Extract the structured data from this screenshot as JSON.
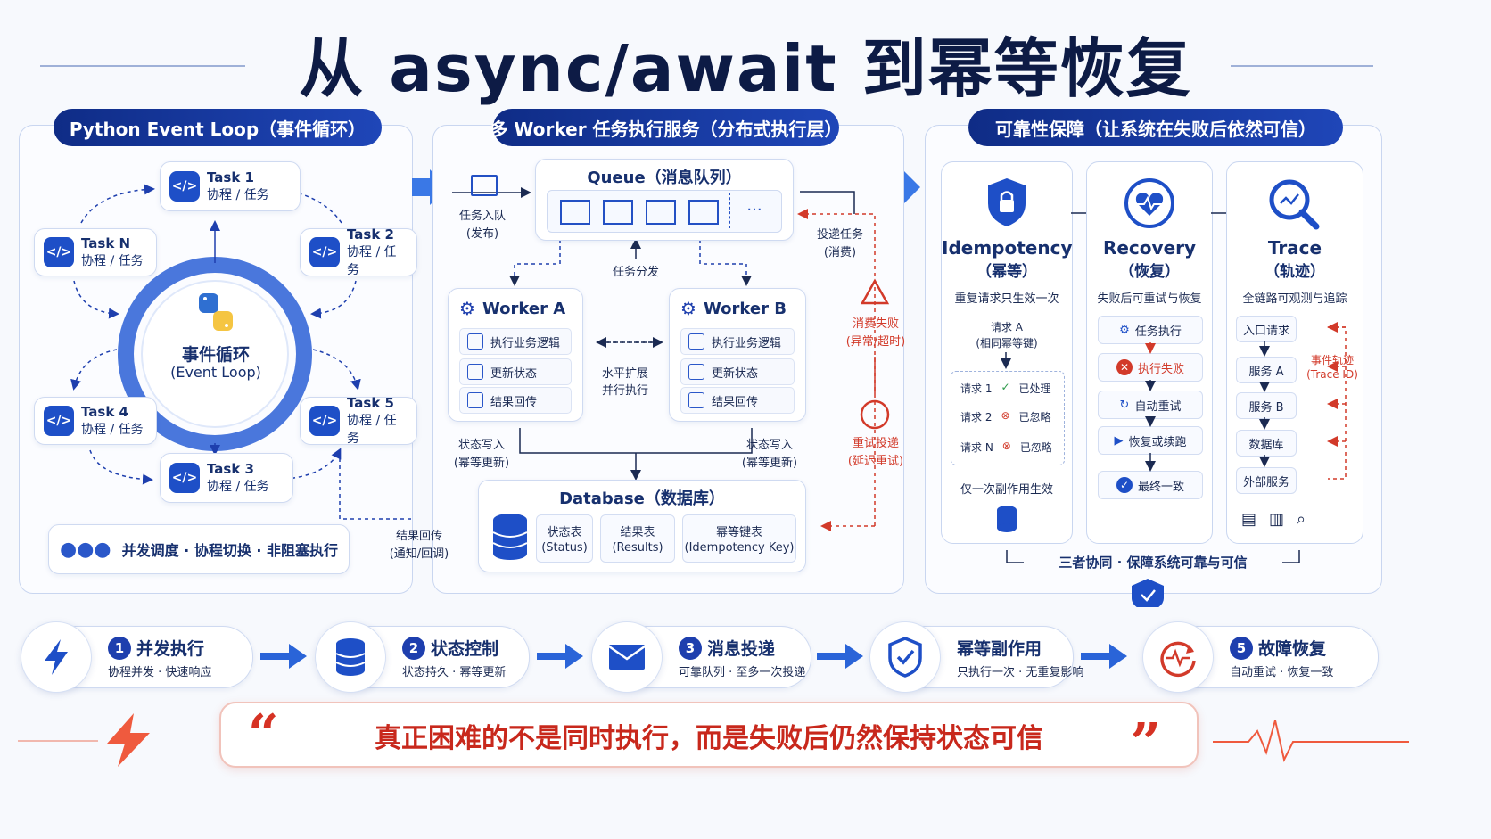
{
  "title": "从 async/await 到幂等恢复",
  "loop_panel": {
    "header": "Python Event Loop（事件循环）",
    "center_title": "事件循环",
    "center_sub": "(Event Loop)",
    "tasks": [
      {
        "name": "Task 1",
        "sub": "协程 / 任务"
      },
      {
        "name": "Task 2",
        "sub": "协程 / 任务"
      },
      {
        "name": "Task 3",
        "sub": "协程 / 任务"
      },
      {
        "name": "Task 4",
        "sub": "协程 / 任务"
      },
      {
        "name": "Task 5",
        "sub": "协程 / 任务"
      },
      {
        "name": "Task N",
        "sub": "协程 / 任务"
      }
    ],
    "footer": "并发调度 · 协程切换 · 非阻塞执行"
  },
  "worker_panel": {
    "header": "多 Worker 任务执行服务（分布式执行层）",
    "queue_title": "Queue（消息队列）",
    "queue_more": "···",
    "enqueue_label": "任务入队\n(发布)",
    "dispatch_label": "任务分发",
    "consume_label": "投递任务\n(消费)",
    "worker_a": {
      "title": "Worker A",
      "rows": [
        "执行业务逻辑",
        "更新状态",
        "结果回传"
      ]
    },
    "worker_b": {
      "title": "Worker B",
      "rows": [
        "执行业务逻辑",
        "更新状态",
        "结果回传"
      ]
    },
    "scale_label": "水平扩展\n并行执行",
    "fail_label": "消费失败\n(异常/超时)",
    "retry_label": "重试投递\n(延迟重试)",
    "write_left": "状态写入\n(幂等更新)",
    "write_right": "状态写入\n(幂等更新)",
    "db_title": "Database（数据库）",
    "tables": [
      {
        "name": "状态表",
        "sub": "(Status)"
      },
      {
        "name": "结果表",
        "sub": "(Results)"
      },
      {
        "name": "幂等键表",
        "sub": "(Idempotency Key)"
      }
    ],
    "callback_label": "结果回传\n(通知/回调)"
  },
  "reliability_panel": {
    "header": "可靠性保障（让系统在失败后依然可信）",
    "idempotency": {
      "title": "Idempotency",
      "title_cn": "（幂等）",
      "desc": "重复请求只生效一次",
      "request": "请求 A\n(相同幂等键)",
      "rows": [
        {
          "req": "请求 1",
          "status": "已处理"
        },
        {
          "req": "请求 2",
          "status": "已忽略"
        },
        {
          "req": "请求 N",
          "status": "已忽略"
        }
      ],
      "footer": "仅一次副作用生效"
    },
    "recovery": {
      "title": "Recovery",
      "title_cn": "（恢复）",
      "desc": "失败后可重试与恢复",
      "steps": [
        "任务执行",
        "执行失败",
        "自动重试",
        "恢复或续跑",
        "最终一致"
      ]
    },
    "trace": {
      "title": "Trace",
      "title_cn": "（轨迹）",
      "desc": "全链路可观测与追踪",
      "steps": [
        "入口请求",
        "服务 A",
        "服务 B",
        "数据库",
        "外部服务"
      ],
      "side_label": "事件轨迹\n(Trace ID)"
    },
    "footer": "三者协同 · 保障系统可靠与可信"
  },
  "steps": [
    {
      "num": "",
      "title": "并发执行",
      "desc": "协程并发 · 快速响应",
      "icon": "lightning-icon"
    },
    {
      "num": "2",
      "title": "状态控制",
      "desc": "状态持久 · 幂等更新",
      "icon": "database-icon"
    },
    {
      "num": "3",
      "title": "消息投递",
      "desc": "可靠队列 · 至多一次投递",
      "icon": "mail-icon"
    },
    {
      "num": "",
      "title": "幂等副作用",
      "desc": "只执行一次 · 无重复影响",
      "icon": "shield-check-icon"
    },
    {
      "num": "5",
      "title": "故障恢复",
      "desc": "自动重试 · 恢复一致",
      "icon": "recovery-icon"
    }
  ],
  "step1_num": "1",
  "quote": "真正困难的不是同时执行，而是失败后仍然保持状态可信",
  "colors": {
    "primary": "#1e3fae",
    "accent_red": "#d23a2a",
    "panel_border": "#c9d6f0"
  }
}
